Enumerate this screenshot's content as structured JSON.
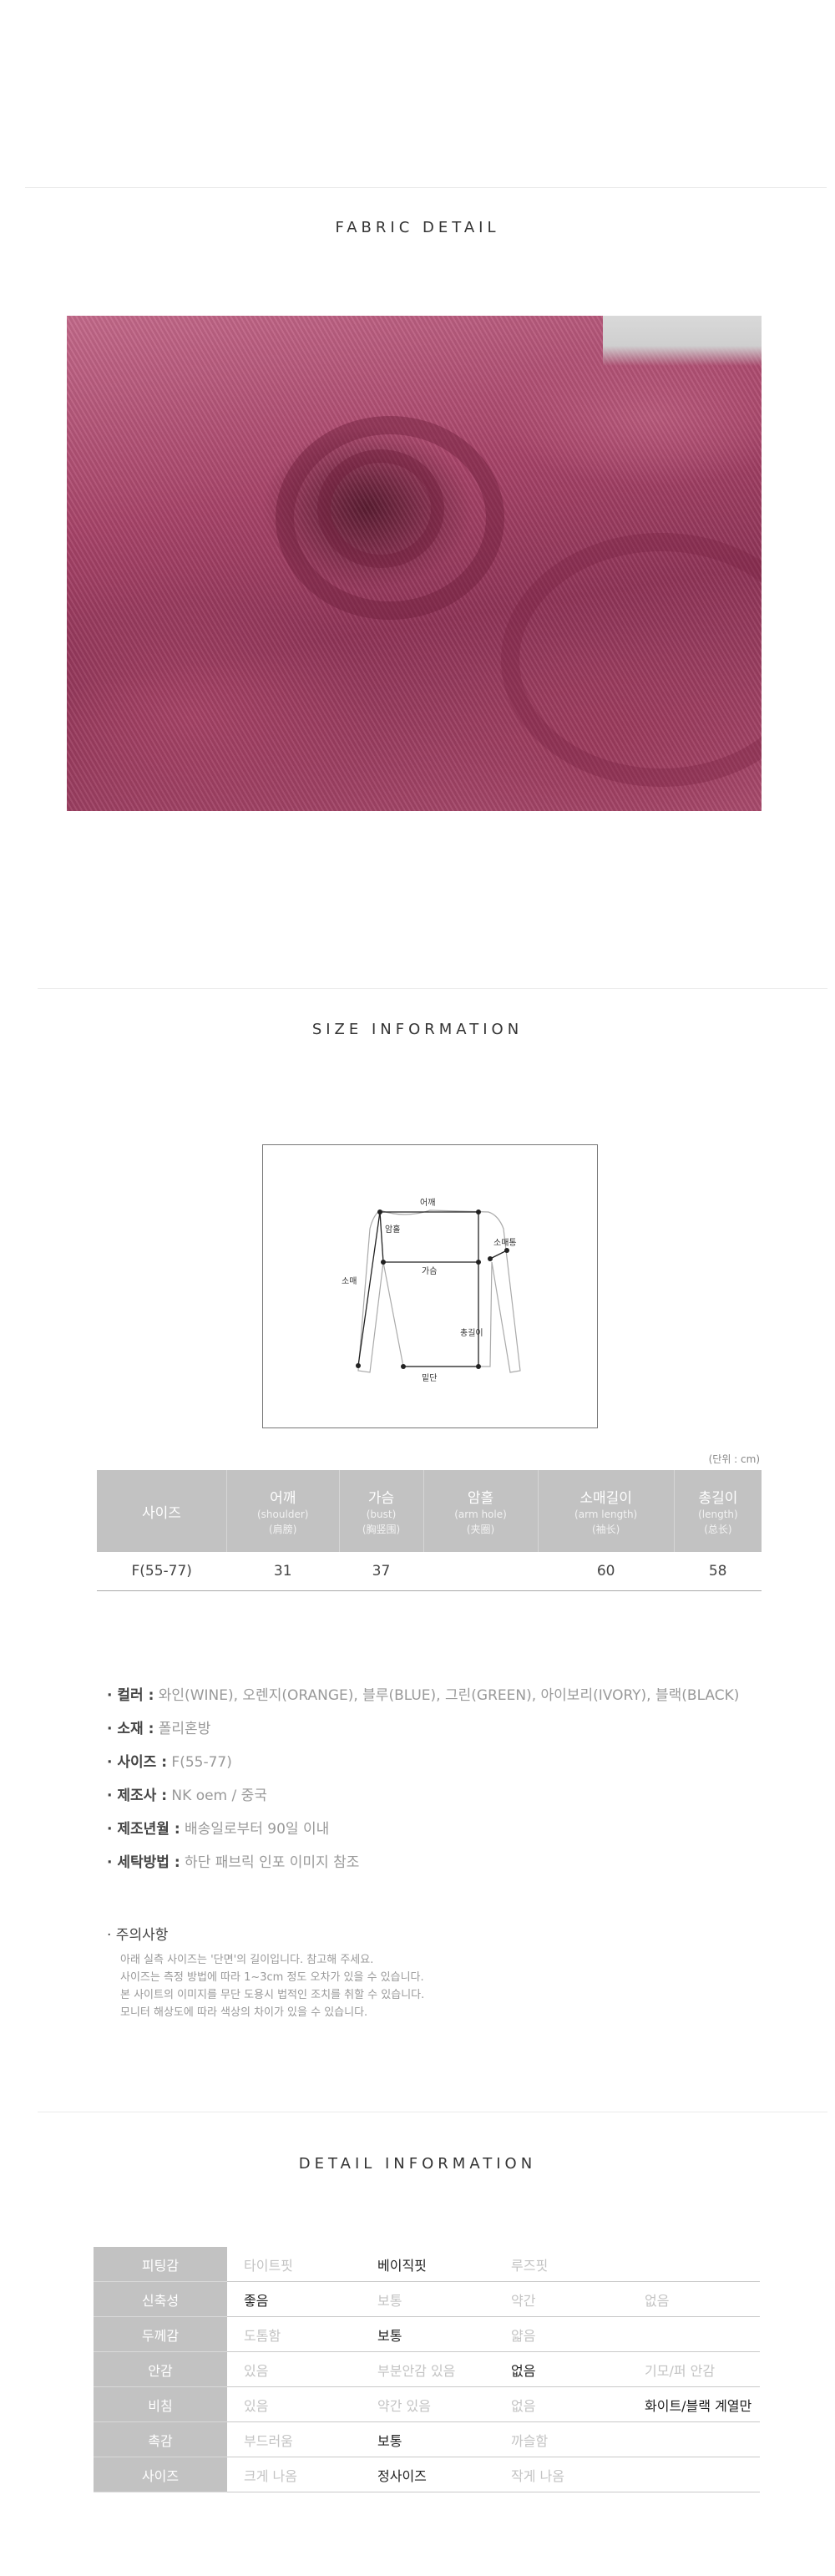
{
  "fabric": {
    "title": "FABRIC DETAIL"
  },
  "size": {
    "title": "SIZE INFORMATION",
    "diagram_labels": {
      "shoulder": "어깨",
      "armhole": "암홀",
      "sleeve_width": "소매통",
      "sleeve": "소매",
      "bust": "가슴",
      "length": "총길이",
      "hem": "밑단"
    },
    "unit": "(단위 : cm)",
    "headers": [
      {
        "ko": "사이즈",
        "en": "",
        "cn": ""
      },
      {
        "ko": "어깨",
        "en": "(shoulder)",
        "cn": "(肩膀)"
      },
      {
        "ko": "가슴",
        "en": "(bust)",
        "cn": "(胸竖围)"
      },
      {
        "ko": "암홀",
        "en": "(arm hole)",
        "cn": "(夹圈)"
      },
      {
        "ko": "소매길이",
        "en": "(arm length)",
        "cn": "(袖长)"
      },
      {
        "ko": "총길이",
        "en": "(length)",
        "cn": "(总长)"
      }
    ],
    "rows": [
      {
        "size": "F(55-77)",
        "shoulder": "31",
        "bust": "37",
        "armhole": "",
        "arm_length": "60",
        "length": "58"
      }
    ]
  },
  "info": [
    {
      "label": "· 컬러 :",
      "value": " 와인(WINE), 오렌지(ORANGE), 블루(BLUE), 그린(GREEN), 아이보리(IVORY), 블랙(BLACK)"
    },
    {
      "label": "· 소재 :",
      "value": " 폴리혼방"
    },
    {
      "label": "· 사이즈 :",
      "value": " F(55-77)"
    },
    {
      "label": "· 제조사 :",
      "value": " NK oem / 중국"
    },
    {
      "label": "· 제조년월 :",
      "value": " 배송일로부터 90일 이내"
    },
    {
      "label": "· 세탁방법 :",
      "value": " 하단 패브릭 인포 이미지 참조"
    }
  ],
  "notes": {
    "title": "· 주의사항",
    "lines": [
      "아래 실측 사이즈는 '단면'의 길이입니다. 참고해 주세요.",
      "사이즈는 측정 방법에 따라 1~3cm 정도 오차가 있을 수 있습니다.",
      "본 사이트의 이미지를 무단 도용시 법적인 조치를 취할 수 있습니다.",
      "모니터 해상도에 따라 색상의 차이가 있을 수 있습니다."
    ]
  },
  "detail": {
    "title": "DETAIL INFORMATION",
    "rows": [
      {
        "label": "피팅감",
        "cells": [
          {
            "t": "타이트핏",
            "on": false
          },
          {
            "t": "베이직핏",
            "on": true
          },
          {
            "t": "루즈핏",
            "on": false
          },
          {
            "t": "",
            "on": false
          }
        ]
      },
      {
        "label": "신축성",
        "cells": [
          {
            "t": "좋음",
            "on": true
          },
          {
            "t": "보통",
            "on": false
          },
          {
            "t": "약간",
            "on": false
          },
          {
            "t": "없음",
            "on": false
          }
        ]
      },
      {
        "label": "두께감",
        "cells": [
          {
            "t": "도톰함",
            "on": false
          },
          {
            "t": "보통",
            "on": true
          },
          {
            "t": "얇음",
            "on": false
          },
          {
            "t": "",
            "on": false
          }
        ]
      },
      {
        "label": "안감",
        "cells": [
          {
            "t": "있음",
            "on": false
          },
          {
            "t": "부분안감 있음",
            "on": false
          },
          {
            "t": "없음",
            "on": true
          },
          {
            "t": "기모/퍼 안감",
            "on": false
          }
        ]
      },
      {
        "label": "비침",
        "cells": [
          {
            "t": "있음",
            "on": false
          },
          {
            "t": "약간 있음",
            "on": false
          },
          {
            "t": "없음",
            "on": false
          },
          {
            "t": "화이트/블랙 계열만",
            "on": true
          }
        ]
      },
      {
        "label": "촉감",
        "cells": [
          {
            "t": "부드러움",
            "on": false
          },
          {
            "t": "보통",
            "on": true
          },
          {
            "t": "까슬함",
            "on": false
          },
          {
            "t": "",
            "on": false
          }
        ]
      },
      {
        "label": "사이즈",
        "cells": [
          {
            "t": "크게 나옴",
            "on": false
          },
          {
            "t": "정사이즈",
            "on": true
          },
          {
            "t": "작게 나옴",
            "on": false
          },
          {
            "t": "",
            "on": false
          }
        ]
      }
    ]
  }
}
